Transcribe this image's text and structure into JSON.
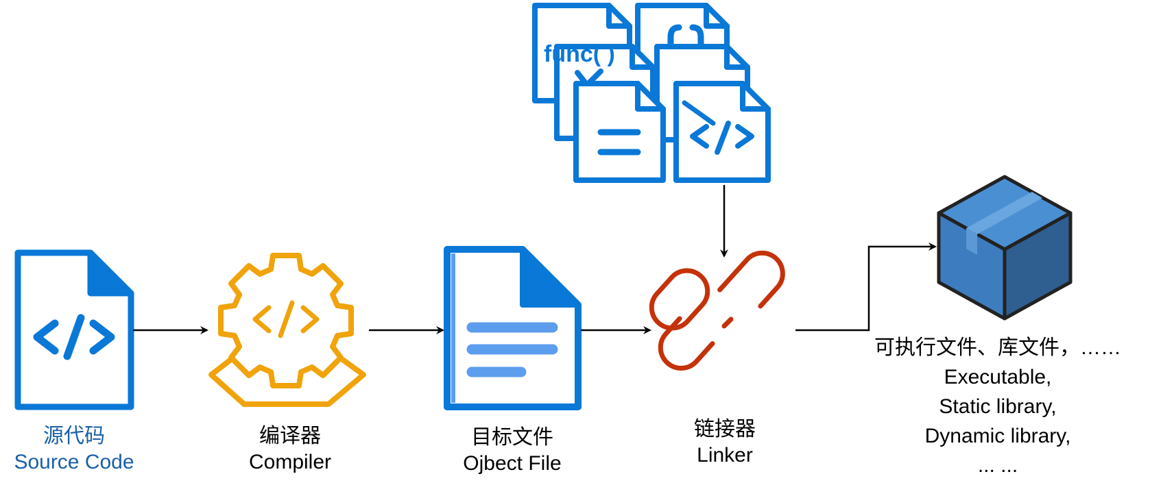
{
  "colors": {
    "source_blue": "#0a78d7",
    "compiler_orange": "#f0a30a",
    "object_blue": "#0a78d7",
    "object_lines": "#5d9ded",
    "linker_red": "#c4320a",
    "box_blue": "#3d7dbf",
    "box_dark": "#2f5f90",
    "box_stroke": "#222222",
    "source_label_blue": "#1a5fa8",
    "arrow": "#000000"
  },
  "nodes": {
    "source": {
      "icon": "code-file-icon",
      "label_cn": "源代码",
      "label_en": "Source Code"
    },
    "compiler": {
      "icon": "gear-code-icon",
      "label_cn": "编译器",
      "label_en": "Compiler"
    },
    "object": {
      "icon": "document-icon",
      "label_cn": "目标文件",
      "label_en": "Ojbect File"
    },
    "linker": {
      "icon": "chain-link-icon",
      "label_cn": "链接器",
      "label_en": "Linker"
    },
    "output": {
      "icon": "package-box-icon",
      "lines": [
        "可执行文件、库文件，……",
        "Executable,",
        "Static library,",
        "Dynamic library,",
        "... ..."
      ]
    }
  },
  "libraries": {
    "icon": "stacked-files-icon",
    "func_text": "func( )"
  },
  "edges": [
    {
      "from": "source",
      "to": "compiler"
    },
    {
      "from": "compiler",
      "to": "object"
    },
    {
      "from": "object",
      "to": "linker"
    },
    {
      "from": "libraries",
      "to": "linker"
    },
    {
      "from": "linker",
      "to": "output"
    }
  ]
}
